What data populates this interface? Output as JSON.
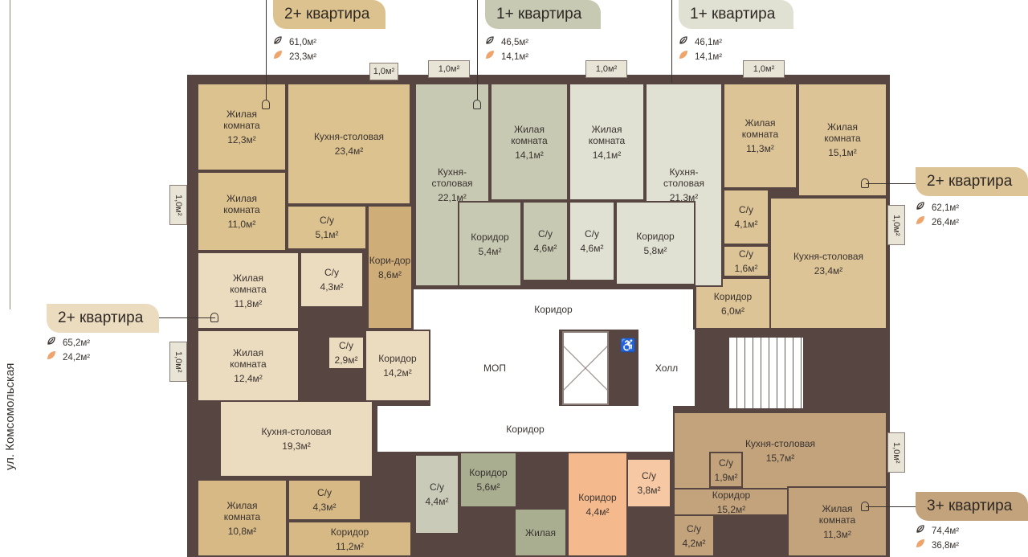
{
  "street": "ул. Комсомольская",
  "apartments": [
    {
      "label": "2+ квартира",
      "total": "61,0м²",
      "living": "23,3м²",
      "color": "#dcc28f"
    },
    {
      "label": "1+ квартира",
      "total": "46,5м²",
      "living": "14,1м²",
      "color": "#c7c9b3"
    },
    {
      "label": "1+ квартира",
      "total": "46,1м²",
      "living": "14,1м²",
      "color": "#e1e1d3"
    },
    {
      "label": "2+ квартира",
      "total": "62,1м²",
      "living": "26,4м²",
      "color": "#dcc496"
    },
    {
      "label": "2+ квартира",
      "total": "65,2м²",
      "living": "24,2м²",
      "color": "#ecdcbf"
    },
    {
      "label": "3+ квартира",
      "total": "74,4м²",
      "living": "36,8м²",
      "color": "#c2a37c"
    }
  ],
  "icons": {
    "total_area": "leaf-outline-icon",
    "living_area": "leaf-filled-icon"
  },
  "balconies": [
    "1,0м²",
    "1,0м²",
    "1,0м²",
    "1,0м²",
    "1,0м²",
    "1,0м²",
    "1,0м²",
    "1,0м²"
  ],
  "rooms": [
    {
      "name": "Жилая комната",
      "area": "12,3м²"
    },
    {
      "name": "Кухня-столовая",
      "area": "23,4м²"
    },
    {
      "name": "Жилая комната",
      "area": "11,0м²"
    },
    {
      "name": "С/у",
      "area": "5,1м²"
    },
    {
      "name": "Кори-дор",
      "area": "8,6м²"
    },
    {
      "name": "Кухня-столовая",
      "area": "22,1м²"
    },
    {
      "name": "Жилая комната",
      "area": "14,1м²"
    },
    {
      "name": "Коридор",
      "area": "5,4м²"
    },
    {
      "name": "С/у",
      "area": "4,6м²"
    },
    {
      "name": "Жилая комната",
      "area": "14,1м²"
    },
    {
      "name": "С/у",
      "area": "4,6м²"
    },
    {
      "name": "Коридор",
      "area": "5,8м²"
    },
    {
      "name": "Кухня-столовая",
      "area": "21,3м²"
    },
    {
      "name": "Жилая комната",
      "area": "11,3м²"
    },
    {
      "name": "Жилая комната",
      "area": "15,1м²"
    },
    {
      "name": "С/у",
      "area": "4,1м²"
    },
    {
      "name": "С/у",
      "area": "1,6м²"
    },
    {
      "name": "Коридор",
      "area": "6,0м²"
    },
    {
      "name": "Кухня-столовая",
      "area": "23,4м²"
    },
    {
      "name": "Жилая комната",
      "area": "11,8м²"
    },
    {
      "name": "С/у",
      "area": "4,3м²"
    },
    {
      "name": "Жилая комната",
      "area": "12,4м²"
    },
    {
      "name": "С/у",
      "area": "2,9м²"
    },
    {
      "name": "Коридор",
      "area": "14,2м²"
    },
    {
      "name": "Кухня-столовая",
      "area": "19,3м²"
    },
    {
      "name": "Жилая комната",
      "area": "10,8м²"
    },
    {
      "name": "С/у",
      "area": "4,3м²"
    },
    {
      "name": "Коридор",
      "area": "11,2м²"
    },
    {
      "name": "С/у",
      "area": "4,4м²"
    },
    {
      "name": "Коридор",
      "area": "5,6м²"
    },
    {
      "name": "Жилая",
      "area": ""
    },
    {
      "name": "Коридор",
      "area": "4,4м²"
    },
    {
      "name": "С/у",
      "area": "3,8м²"
    },
    {
      "name": "Кухня-столовая",
      "area": "15,7м²"
    },
    {
      "name": "С/у",
      "area": "1,9м²"
    },
    {
      "name": "Коридор",
      "area": "15,2м²"
    },
    {
      "name": "Жилая комната",
      "area": "11,3м²"
    },
    {
      "name": "С/у",
      "area": "4,2м²"
    },
    {
      "name": "Коридор",
      "area": ""
    },
    {
      "name": "МОП",
      "area": ""
    },
    {
      "name": "Холл",
      "area": ""
    },
    {
      "name": "Коридор",
      "area": ""
    }
  ]
}
